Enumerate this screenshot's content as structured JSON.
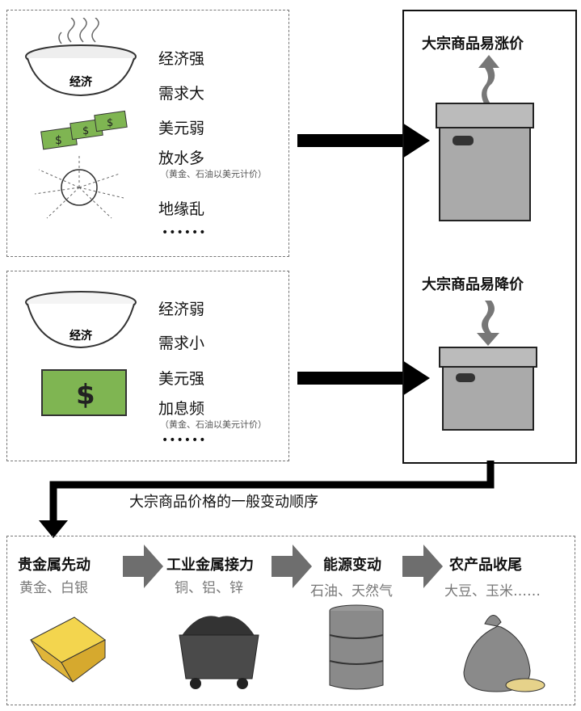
{
  "upper_box": {
    "items": [
      "经济强",
      "需求大",
      "美元弱",
      "放水多",
      "地缘乱"
    ],
    "note": "（黄金、石油以美元计价）",
    "ellipsis": "••••••",
    "bowl_label": "经济"
  },
  "lower_box": {
    "items": [
      "经济弱",
      "需求小",
      "美元强",
      "加息频"
    ],
    "note": "（黄金、石油以美元计价）",
    "ellipsis": "••••••",
    "bowl_label": "经济"
  },
  "right_box": {
    "rise_title": "大宗商品易涨价",
    "fall_title": "大宗商品易降价"
  },
  "sequence_label": "大宗商品价格的一般变动顺序",
  "stages": [
    {
      "title": "贵金属先动",
      "examples": "黄金、白银"
    },
    {
      "title": "工业金属接力",
      "examples": "铜、铝、锌"
    },
    {
      "title": "能源变动",
      "examples": "石油、天然气"
    },
    {
      "title": "农产品收尾",
      "examples": "大豆、玉米……"
    }
  ],
  "colors": {
    "money_green": "#7fb552",
    "box_gray": "#a9a9a9",
    "arrow_gray": "#6e6e6e"
  }
}
